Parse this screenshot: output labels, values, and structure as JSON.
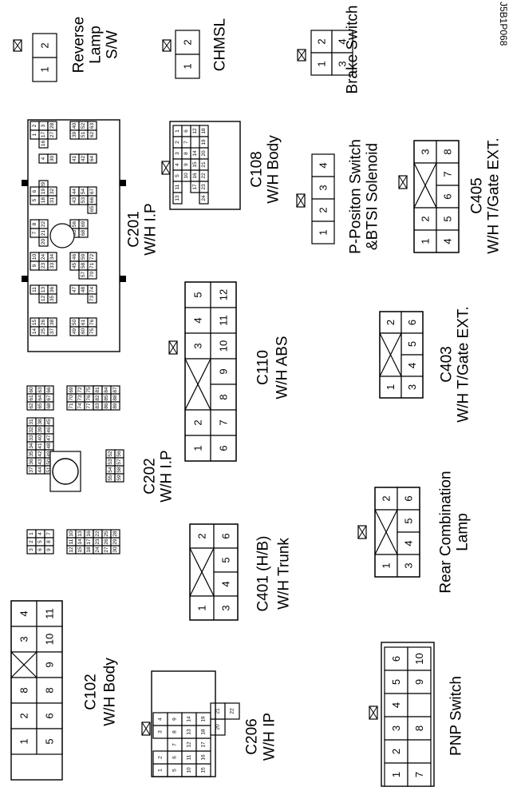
{
  "image_code": "J5B1P068",
  "connectors": [
    {
      "id": "reverse-lamp",
      "lines": [
        "Reverse",
        "Lamp",
        "S/W"
      ],
      "pins": [
        "1",
        "2"
      ]
    },
    {
      "id": "chmsl",
      "lines": [
        "CHMSL"
      ],
      "pins": [
        "1",
        "2"
      ]
    },
    {
      "id": "brake-switch",
      "lines": [
        "Brake Switch"
      ],
      "pins": [
        "1",
        "2",
        "3",
        "4"
      ]
    },
    {
      "id": "c201",
      "lines": [
        "C201",
        "W/H I.P"
      ],
      "pins": [
        "1",
        "2",
        "3",
        "4",
        "5",
        "6",
        "7",
        "8",
        "9",
        "10",
        "11",
        "12",
        "13",
        "14",
        "15",
        "16",
        "17",
        "18",
        "19",
        "20",
        "21",
        "22",
        "23",
        "24",
        "25",
        "26",
        "27",
        "28",
        "29",
        "30",
        "31",
        "32",
        "33",
        "34",
        "35",
        "36",
        "37",
        "38",
        "39",
        "40",
        "41",
        "42",
        "43",
        "44",
        "45",
        "46",
        "47",
        "48",
        "49",
        "50",
        "51",
        "52",
        "53",
        "54",
        "55",
        "56",
        "57",
        "58",
        "59",
        "60",
        "61",
        "62",
        "63",
        "64",
        "65",
        "66",
        "67",
        "68",
        "69",
        "70",
        "71",
        "72",
        "73",
        "74",
        "75",
        "76"
      ]
    },
    {
      "id": "c108",
      "lines": [
        "C108",
        "W/H Body"
      ],
      "pins": [
        "1",
        "2",
        "3",
        "4",
        "5",
        "6",
        "7",
        "8",
        "9",
        "10",
        "11",
        "12",
        "13",
        "14",
        "15",
        "16",
        "17",
        "18",
        "19",
        "20",
        "21",
        "22",
        "23",
        "24"
      ]
    },
    {
      "id": "p-position",
      "lines": [
        "P-Positon Switch",
        "&BTSI Solenoid"
      ],
      "pins": [
        "1",
        "2",
        "3",
        "4"
      ]
    },
    {
      "id": "c405",
      "lines": [
        "C405",
        "W/H T/Gate EXT."
      ],
      "pins": [
        "1",
        "2",
        "3",
        "4",
        "5",
        "6",
        "7",
        "8"
      ]
    },
    {
      "id": "c110",
      "lines": [
        "C110",
        "W/H ABS"
      ],
      "pins": [
        "1",
        "2",
        "3",
        "4",
        "5",
        "6",
        "7",
        "8",
        "9",
        "10",
        "11",
        "12"
      ]
    },
    {
      "id": "c403",
      "lines": [
        "C403",
        "W/H T/Gate EXT."
      ],
      "pins": [
        "1",
        "2",
        "3",
        "4",
        "5",
        "6"
      ]
    },
    {
      "id": "c202",
      "lines": [
        "C202",
        "W/H I.P"
      ],
      "pins": [
        "1",
        "2",
        "3",
        "4",
        "5",
        "6",
        "7",
        "8",
        "9",
        "10",
        "11",
        "12",
        "13",
        "14",
        "15",
        "16",
        "17",
        "18",
        "19",
        "20",
        "21",
        "22",
        "23",
        "24",
        "25",
        "26",
        "27",
        "28",
        "29",
        "30",
        "31",
        "32",
        "33",
        "34",
        "35",
        "36",
        "37",
        "38",
        "39",
        "40",
        "41",
        "42",
        "43",
        "44",
        "45",
        "46",
        "47",
        "48",
        "49",
        "50",
        "51",
        "52",
        "53",
        "54",
        "55",
        "56",
        "57",
        "58",
        "59",
        "60",
        "61",
        "62",
        "63",
        "64",
        "65",
        "66",
        "67",
        "68",
        "69",
        "70",
        "71",
        "72",
        "73",
        "74",
        "75",
        "76",
        "77",
        "78",
        "79",
        "80",
        "81",
        "82",
        "83",
        "84",
        "85",
        "86",
        "87",
        "88",
        "89"
      ]
    },
    {
      "id": "c401",
      "lines": [
        "C401 (H/B)",
        "W/H Trunk"
      ],
      "pins": [
        "1",
        "2",
        "3",
        "4",
        "5",
        "6"
      ]
    },
    {
      "id": "rear-combination",
      "lines": [
        "Rear Combination",
        "Lamp"
      ],
      "pins": [
        "1",
        "2",
        "3",
        "4",
        "5",
        "6"
      ]
    },
    {
      "id": "c102",
      "lines": [
        "C102",
        "W/H Body"
      ],
      "pins": [
        "1",
        "2",
        "3",
        "4",
        "5",
        "6",
        "7",
        "8",
        "9",
        "10",
        "11"
      ]
    },
    {
      "id": "c206",
      "lines": [
        "C206",
        "W/H IP"
      ],
      "pins": [
        "1",
        "2",
        "3",
        "4",
        "5",
        "6",
        "7",
        "8",
        "9",
        "10",
        "11",
        "12",
        "13",
        "14",
        "15",
        "16",
        "17",
        "18",
        "19",
        "20",
        "21",
        "22"
      ]
    },
    {
      "id": "pnp-switch",
      "lines": [
        "PNP Switch"
      ],
      "pins": [
        "1",
        "2",
        "3",
        "4",
        "5",
        "6",
        "7",
        "8",
        "9",
        "10"
      ]
    }
  ]
}
